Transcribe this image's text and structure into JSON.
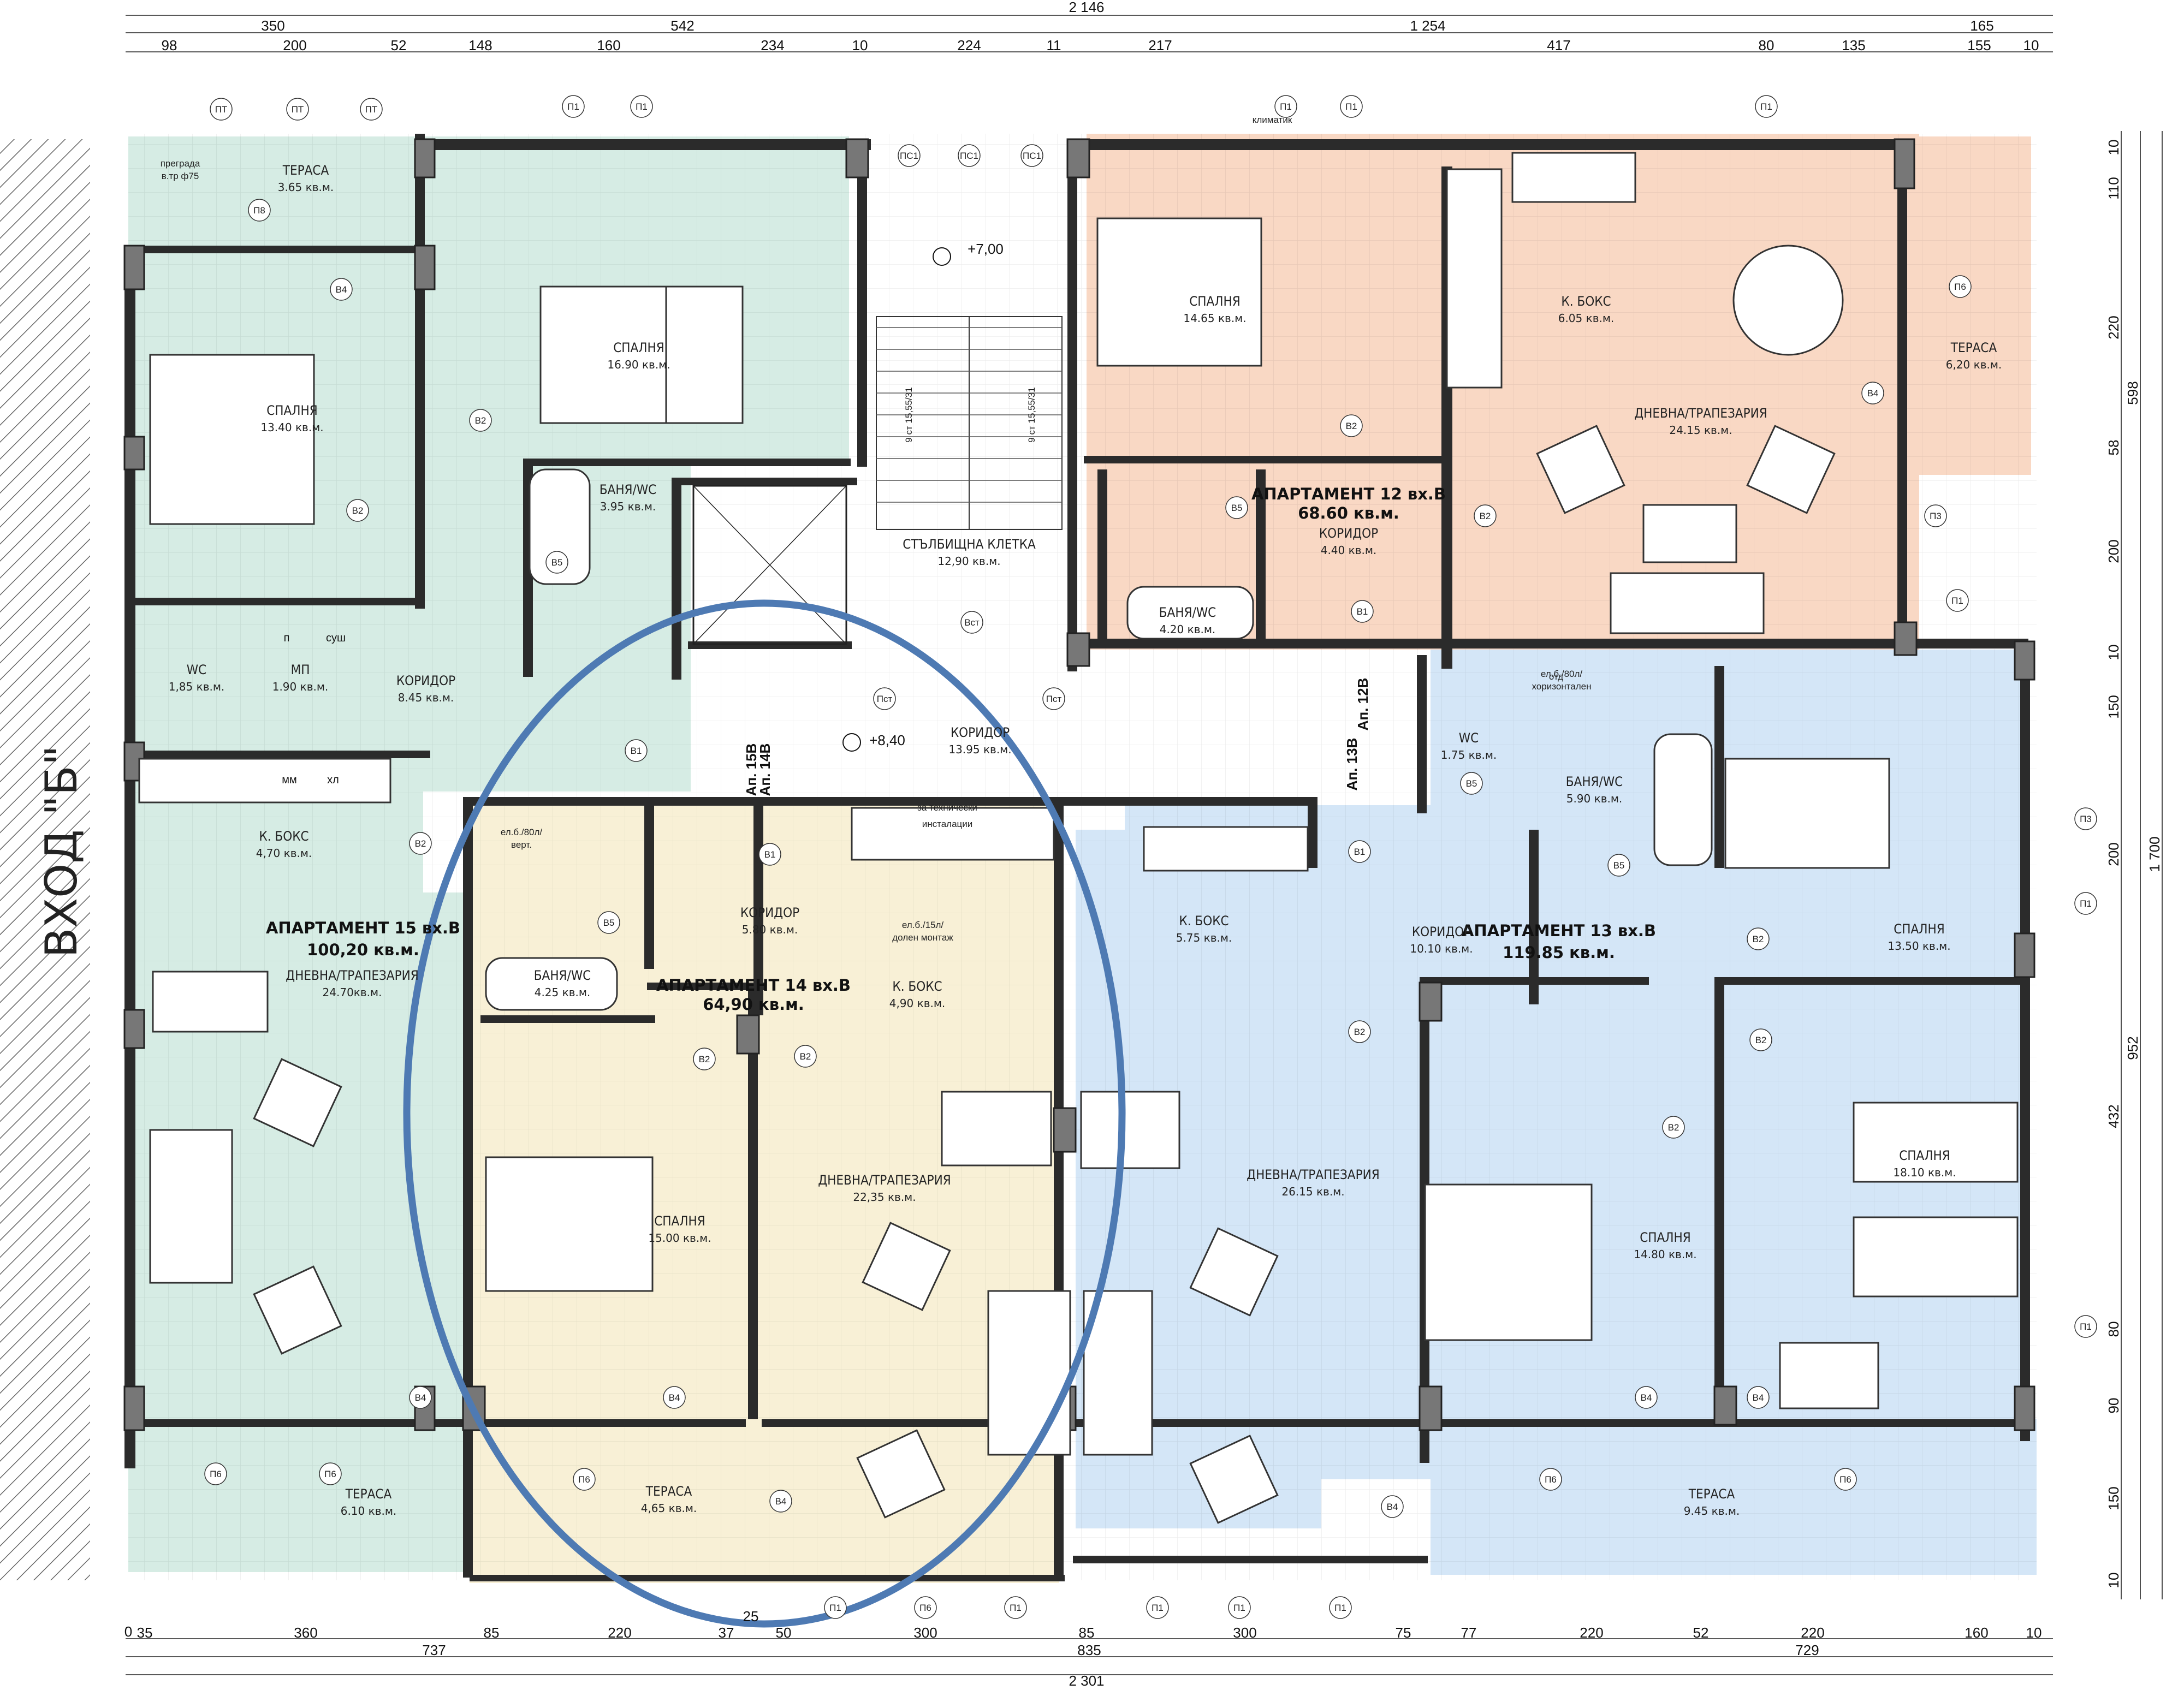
{
  "entrance": "ВХОД \"Б\"",
  "colors": {
    "apt15": "#d6ece4",
    "apt14": "#f8f0d6",
    "apt12": "#f9d8c4",
    "apt13": "#d4e6f7",
    "stair": "#ffffff",
    "highlight_ellipse": "#4e7ab3"
  },
  "apartments": {
    "a15": {
      "title": "АПАРТАМЕНТ 15 вх.В",
      "area": "100,20 кв.м."
    },
    "a14": {
      "title": "АПАРТАМЕНТ 14 вх.В",
      "area": "64,90 кв.м."
    },
    "a12": {
      "title": "АПАРТАМЕНТ 12 вх.В",
      "area": "68.60 кв.м."
    },
    "a13": {
      "title": "АПАРТАМЕНТ 13 вх.В",
      "area": "119.85 кв.м."
    }
  },
  "rooms": {
    "r15_terrace_top": {
      "name": "ТЕРАСА",
      "area": "3.65 кв.м."
    },
    "r15_bed1": {
      "name": "СПАЛНЯ",
      "area": "13.40 кв.м."
    },
    "r15_bed2": {
      "name": "СПАЛНЯ",
      "area": "16.90 кв.м."
    },
    "r15_bath": {
      "name": "БАНЯ/WC",
      "area": "3.95 кв.м."
    },
    "r15_wc": {
      "name": "WC",
      "area": "1,85 кв.м."
    },
    "r15_mp": {
      "name": "МП",
      "area": "1.90 кв.м."
    },
    "r15_corr": {
      "name": "КОРИДОР",
      "area": "8.45 кв.м."
    },
    "r15_kbox": {
      "name": "К. БОКС",
      "area": "4,70 кв.м."
    },
    "r15_living": {
      "name": "ДНЕВНА/ТРАПЕЗАРИЯ",
      "area": "24.70кв.м."
    },
    "r15_terrace_bot": {
      "name": "ТЕРАСА",
      "area": "6.10 кв.м."
    },
    "stair": {
      "name": "СТЪЛБИЩНА КЛЕТКА",
      "area": "12,90 кв.м."
    },
    "common_corr": {
      "name": "КОРИДОР",
      "area": "13.95 кв.м."
    },
    "r14_bath": {
      "name": "БАНЯ/WC",
      "area": "4.25 кв.м."
    },
    "r14_corr": {
      "name": "КОРИДОР",
      "area": "5.80 кв.м."
    },
    "r14_kbox": {
      "name": "К. БОКС",
      "area": "4,90 кв.м."
    },
    "r14_bed": {
      "name": "СПАЛНЯ",
      "area": "15.00 кв.м."
    },
    "r14_living": {
      "name": "ДНЕВНА/ТРАПЕЗАРИЯ",
      "area": "22,35 кв.м."
    },
    "r14_terrace": {
      "name": "ТЕРАСА",
      "area": "4,65 кв.м."
    },
    "r12_bed": {
      "name": "СПАЛНЯ",
      "area": "14.65 кв.м."
    },
    "r12_kbox": {
      "name": "К. БОКС",
      "area": "6.05 кв.м."
    },
    "r12_living": {
      "name": "ДНЕВНА/ТРАПЕЗАРИЯ",
      "area": "24.15 кв.м."
    },
    "r12_terrace": {
      "name": "ТЕРАСА",
      "area": "6,20 кв.м."
    },
    "r12_corr": {
      "name": "КОРИДОР",
      "area": "4.40 кв.м."
    },
    "r12_bath": {
      "name": "БАНЯ/WC",
      "area": "4.20 кв.м."
    },
    "r13_wc": {
      "name": "WC",
      "area": "1.75 кв.м."
    },
    "r13_bath": {
      "name": "БАНЯ/WC",
      "area": "5.90 кв.м."
    },
    "r13_kbox": {
      "name": "К. БОКС",
      "area": "5.75 кв.м."
    },
    "r13_corr": {
      "name": "КОРИДОР",
      "area": "10.10 кв.м."
    },
    "r13_bed1": {
      "name": "СПАЛНЯ",
      "area": "13.50 кв.м."
    },
    "r13_bed2": {
      "name": "СПАЛНЯ",
      "area": "18.10 кв.м."
    },
    "r13_bed3": {
      "name": "СПАЛНЯ",
      "area": "14.80 кв.м."
    },
    "r13_living": {
      "name": "ДНЕВНА/ТРАПЕЗАРИЯ",
      "area": "26.15 кв.м."
    },
    "r13_terrace": {
      "name": "ТЕРАСА",
      "area": "9.45 кв.м."
    }
  },
  "labels": {
    "level_top": "+7,00",
    "level_corr": "+8,40",
    "tech": "за технически",
    "tech2": "инсталации",
    "ap15b": "Ап. 15В",
    "ap14b": "Ап. 14В",
    "ap13b": "Ап. 13В",
    "ap12b": "Ап. 12В",
    "klimatik": "климатик",
    "pregrada": "преграда",
    "vtr": "в.тр ф75",
    "el_gorn": "ел.б./80л/",
    "vert": "верт.",
    "el_dolen": "ел.б./15л/",
    "dolen": "долен монтаж",
    "el_hor": "ел.б./80л/",
    "hor": "хоризонтален",
    "otd": "отд",
    "stair_note": "9 ст 15,55/31",
    "hl": "хл",
    "mm": "мм",
    "p": "п",
    "sush": "суш"
  },
  "dims_top": {
    "total": "2 146",
    "row2": [
      "350",
      "542",
      "1 254",
      "165"
    ],
    "row3": [
      "98",
      "200",
      "52",
      "148",
      "160",
      "234",
      "10",
      "224",
      "11",
      "217",
      "417",
      "80",
      "135",
      "155",
      "10"
    ]
  },
  "dims_bottom": {
    "total": "2 301",
    "row2": [
      "737",
      "835",
      "729"
    ],
    "row3": [
      "0",
      "35",
      "360",
      "85",
      "220",
      "37",
      "25",
      "50",
      "300",
      "85",
      "300",
      "75",
      "77",
      "220",
      "52",
      "220",
      "160",
      "10"
    ]
  },
  "dims_right": {
    "total": "1 700",
    "row2": [
      "598",
      "952"
    ],
    "row3": [
      "10",
      "110",
      "220",
      "58",
      "200",
      "10",
      "150",
      "200",
      "432",
      "80",
      "90",
      "150",
      "10"
    ]
  },
  "tags": {
    "pt": "ПТ",
    "p1": "П1",
    "ps1": "ПС1",
    "p3": "П3",
    "p6": "П6",
    "p8": "П8",
    "b1": "В1",
    "b2": "В2",
    "b4": "В4",
    "b5": "В5",
    "pst": "Пст",
    "vst": "Вст"
  }
}
